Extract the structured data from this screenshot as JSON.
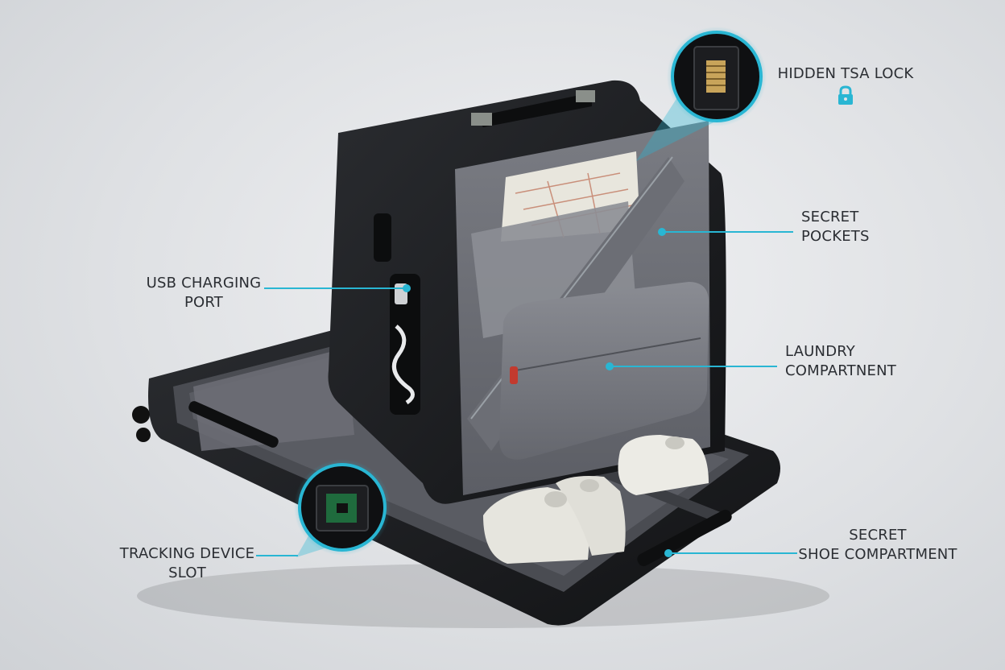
{
  "colors": {
    "accent": "#29b6d3",
    "case_black": "#1d1f22",
    "lining_gray": "#6f7178",
    "pouch_gray": "#7d7f86",
    "background": "#e2e4e7"
  },
  "callouts": {
    "tsa_lock": {
      "line1": "HIDDEN TSA LOCK",
      "icon": "padlock-icon"
    },
    "secret_pockets": {
      "line1": "SECRET",
      "line2": "POCKETS"
    },
    "usb_port": {
      "line1": "USB CHARGING",
      "line2": "PORT"
    },
    "laundry": {
      "line1": "LAUNDRY",
      "line2": "COMPARTNENT"
    },
    "tracking": {
      "line1": "TRACKING DEVICE",
      "line2": "SLOT"
    },
    "shoes": {
      "line1": "SECRET",
      "line2": "SHOE COMPARTMENT"
    }
  }
}
